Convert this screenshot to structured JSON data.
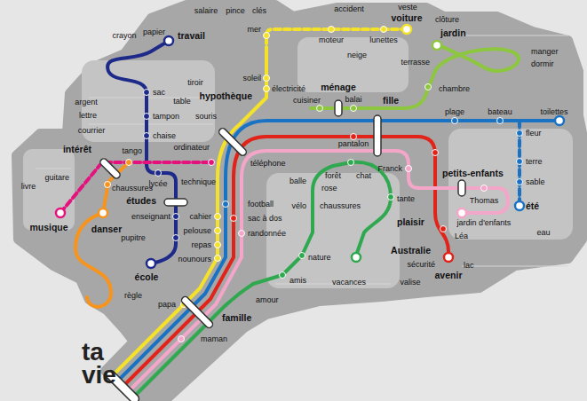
{
  "diagram": {
    "title": "ta vie",
    "labels": [
      "salaire",
      "pince",
      "clés",
      "accident",
      "veste",
      "voiture",
      "clôture",
      "mer",
      "jardin",
      "crayon",
      "papier",
      "travail",
      "moteur",
      "lunettes",
      "neige",
      "manger",
      "terrasse",
      "dormir",
      "soleil",
      "tiroir",
      "chambre",
      "ménage",
      "sac",
      "cuisiner",
      "table",
      "balai",
      "plage",
      "bateau",
      "toilettes",
      "argent",
      "hypothèque",
      "électricité",
      "lettre",
      "tampon",
      "souris",
      "courrier",
      "fille",
      "pantalon",
      "chaise",
      "fleur",
      "ordinateur",
      "intérêt",
      "tango",
      "forêt",
      "téléphone",
      "Franck",
      "terre",
      "chat",
      "guitare",
      "chaussures",
      "lycée",
      "technique",
      "balle",
      "rose",
      "petits-enfants",
      "sable",
      "livre",
      "vélo",
      "études",
      "football",
      "chaussures",
      "tante",
      "plaisir",
      "Thomas",
      "été",
      "musique",
      "danser",
      "enseignant",
      "cahier",
      "sac à dos",
      "jardin d'enfants",
      "pupitre",
      "randonnée",
      "pelouse",
      "Léa",
      "eau",
      "repas",
      "nature",
      "Australie",
      "sécurité",
      "lac",
      "école",
      "nounours",
      "avenir",
      "vacances",
      "valise",
      "amour",
      "amis",
      "règle",
      "papa",
      "famille",
      "maman"
    ]
  }
}
